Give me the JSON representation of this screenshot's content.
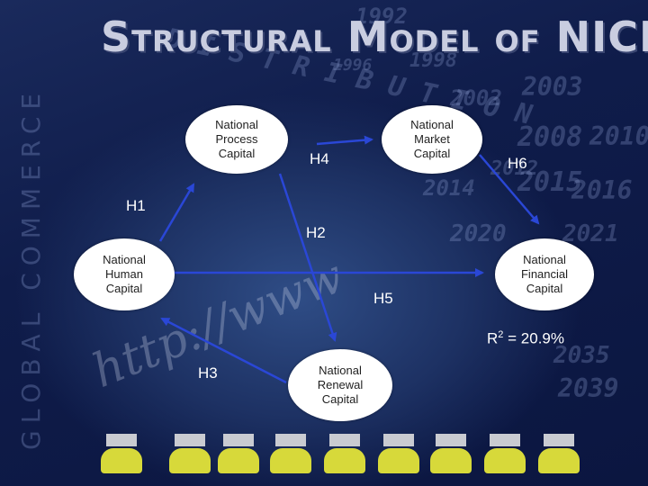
{
  "title": "Structural Model of NICI",
  "nodes": {
    "process": "National\nProcess\nCapital",
    "market": "National\nMarket\nCapital",
    "human": "National\nHuman\nCapital",
    "financial": "National\nFinancial\nCapital",
    "renewal": "National\nRenewal\nCapital"
  },
  "hypotheses": {
    "h1": "H1",
    "h2": "H2",
    "h3": "H3",
    "h4": "H4",
    "h5": "H5",
    "h6": "H6"
  },
  "r_squared": {
    "prefix": "R",
    "superscript": "2",
    "suffix": " = 20.9%"
  },
  "background_text": {
    "vertical": "GLOBAL COMMERCE",
    "url": "http://www",
    "distribution": "DISTRIBUTION",
    "years": [
      "1992",
      "1996",
      "1998",
      "2002",
      "2003",
      "2008",
      "2010",
      "2012",
      "2014",
      "2015",
      "2016",
      "2020",
      "2021",
      "2035",
      "2039"
    ]
  },
  "colors": {
    "arrow": "#2a47d6",
    "node_fill": "#ffffff",
    "title": "#c9cde0",
    "label": "#ffffff"
  }
}
